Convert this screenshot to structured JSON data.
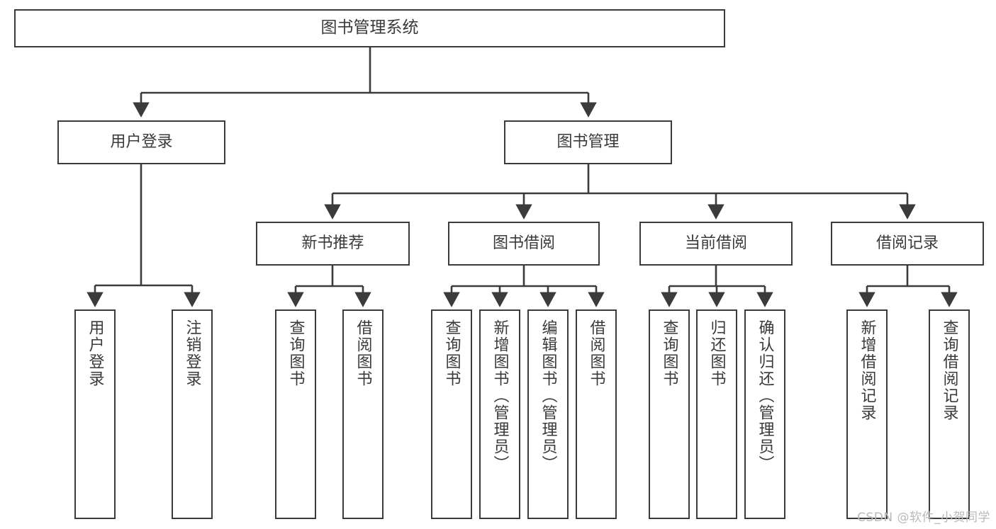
{
  "diagram": {
    "title": "图书管理系统",
    "watermark": "CSDN @软件_小贺同学",
    "colors": {
      "box_stroke": "#3b3b3b",
      "text": "#3a3a3a",
      "connector": "#3b3b3b",
      "background": "#ffffff",
      "watermark": "#b9b9b9"
    },
    "root": {
      "label": "图书管理系统"
    },
    "level2": [
      {
        "label": "用户登录"
      },
      {
        "label": "图书管理"
      }
    ],
    "level3": [
      {
        "label": "新书推荐"
      },
      {
        "label": "图书借阅"
      },
      {
        "label": "当前借阅"
      },
      {
        "label": "借阅记录"
      }
    ],
    "leaves": {
      "user_login": [
        {
          "label": "用户登录"
        },
        {
          "label": "注销登录"
        }
      ],
      "new_book": [
        {
          "label": "查询图书"
        },
        {
          "label": "借阅图书"
        }
      ],
      "book_borrow": [
        {
          "label": "查询图书"
        },
        {
          "label": "新增图书（管理员）"
        },
        {
          "label": "编辑图书（管理员）"
        },
        {
          "label": "借阅图书"
        }
      ],
      "current_borrow": [
        {
          "label": "查询图书"
        },
        {
          "label": "归还图书"
        },
        {
          "label": "确认归还（管理员）"
        }
      ],
      "borrow_record": [
        {
          "label": "新增借阅记录"
        },
        {
          "label": "查询借阅记录"
        }
      ]
    }
  }
}
